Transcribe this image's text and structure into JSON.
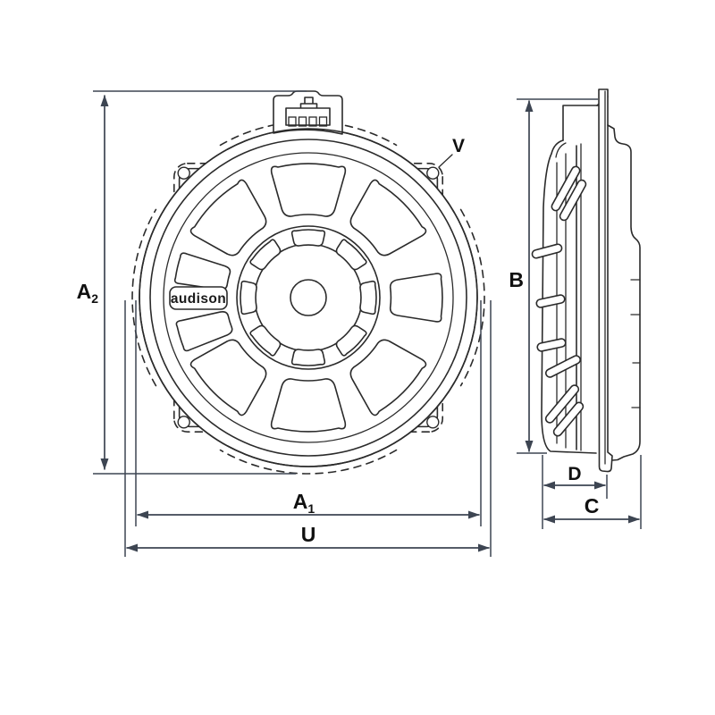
{
  "drawing": {
    "type": "speaker dimensional line drawing",
    "brand_badge": "audison",
    "views": {
      "front_labels": [
        "A2",
        "A1",
        "U",
        "V"
      ],
      "side_labels": [
        "B",
        "C",
        "D"
      ]
    }
  },
  "dimensions": {
    "a2": {
      "base": "A",
      "sub": "2"
    },
    "a1": {
      "base": "A",
      "sub": "1"
    },
    "u": "U",
    "b": "B",
    "c": "C",
    "d": "D",
    "v": "V"
  },
  "colors": {
    "background": "#ffffff",
    "drawing_line": "#2b2b2b",
    "dimension_line": "#3d4552",
    "label_text": "#101010"
  }
}
